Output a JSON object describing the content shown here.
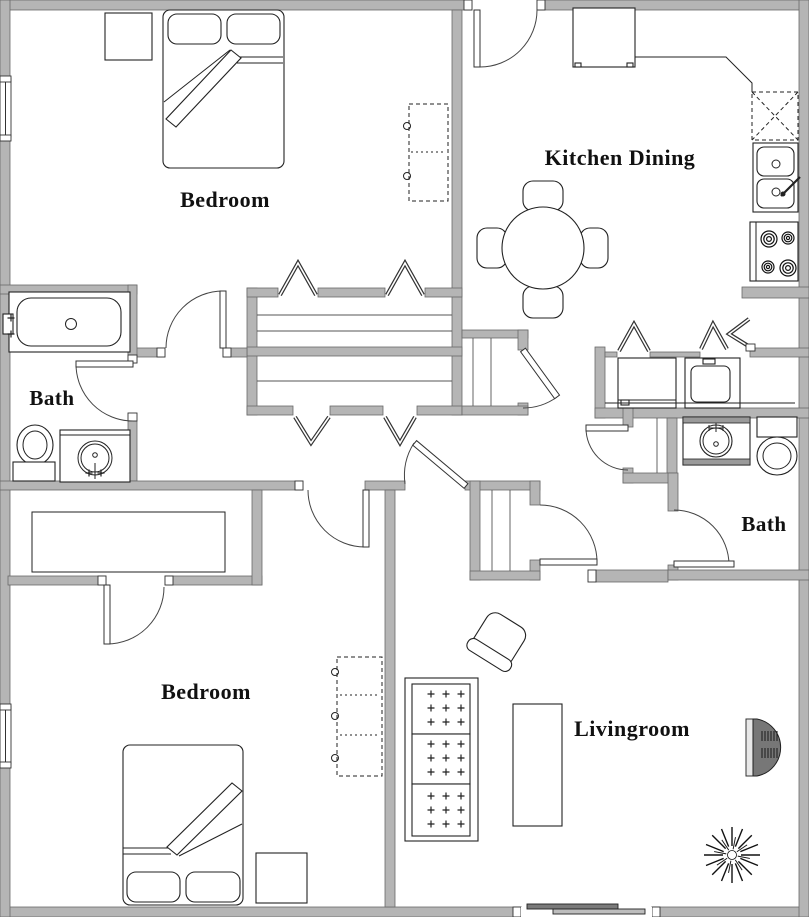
{
  "rooms": {
    "bedroom_top": {
      "label": "Bedroom"
    },
    "kitchen_dining": {
      "label": "Kitchen Dining"
    },
    "bath_left": {
      "label": "Bath"
    },
    "bath_right": {
      "label": "Bath"
    },
    "bedroom_bottom": {
      "label": "Bedroom"
    },
    "livingroom": {
      "label": "Livingroom"
    }
  },
  "fixtures": {
    "bedroom_top": [
      "double-bed",
      "nightstand",
      "dresser",
      "window"
    ],
    "kitchen_dining": [
      "upper-cabinet",
      "counter",
      "refrigerator",
      "double-sink",
      "stove-4-burners",
      "round-dining-table",
      "4-chairs",
      "pantry-closet"
    ],
    "bath_left": [
      "bathtub",
      "toilet",
      "vanity-sink"
    ],
    "hall": [
      "double-closet-bifold-doors",
      "hall-closet",
      "linen-closet",
      "laundry-washer",
      "laundry-dryer"
    ],
    "bath_right": [
      "vanity-sink",
      "toilet"
    ],
    "bedroom_bottom": [
      "closet-nook-wardrobe",
      "double-bed",
      "nightstand",
      "dresser",
      "window"
    ],
    "livingroom": [
      "sofa-3-seat",
      "coffee-table",
      "armchair",
      "tv",
      "plant",
      "sliding-entry-door"
    ]
  },
  "colors": {
    "background": "#ffffff",
    "wall_fill": "#b5b5b5",
    "wall_stroke": "#6a6a6a",
    "line": "#222222",
    "tv_body": "#777777",
    "sliding_panel_dark": "#7a7a7a",
    "sliding_panel_light": "#bdbdbd"
  }
}
